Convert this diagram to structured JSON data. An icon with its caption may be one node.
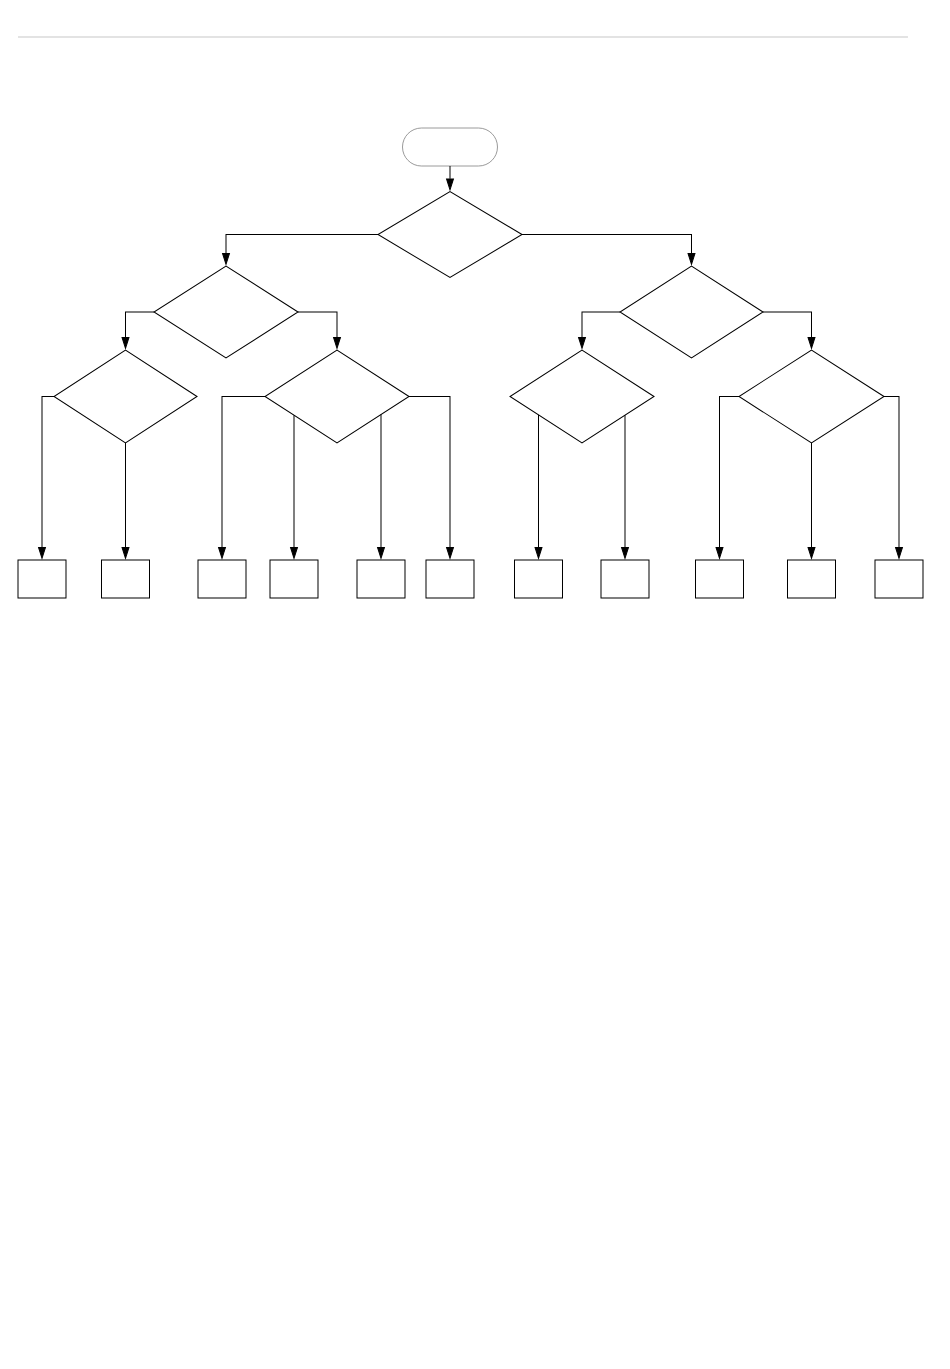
{
  "diagram": {
    "nodes": [
      {
        "text": [],
        "shape": "pill"
      },
      {
        "text": [],
        "shape": "diamond"
      },
      {
        "text": [],
        "shape": "diamond"
      },
      {
        "text": [],
        "shape": "diamond"
      },
      {
        "text": [],
        "shape": "diamond"
      },
      {
        "text": [],
        "shape": "diamond"
      },
      {
        "text": [],
        "shape": "diamond"
      },
      {
        "text": [],
        "shape": "diamond"
      },
      {
        "text": [],
        "shape": "box"
      },
      {
        "text": [],
        "shape": "box"
      },
      {
        "text": [],
        "shape": "box"
      },
      {
        "text": [],
        "shape": "box"
      },
      {
        "text": [],
        "shape": "box"
      },
      {
        "text": [],
        "shape": "box"
      },
      {
        "text": [],
        "shape": "box"
      },
      {
        "text": [],
        "shape": "box"
      },
      {
        "text": [],
        "shape": "box"
      },
      {
        "text": [],
        "shape": "box"
      },
      {
        "text": [],
        "shape": "box"
      }
    ],
    "edges": [
      {
        "from": 0,
        "to": 1,
        "arrow": "to"
      },
      {
        "from": 1,
        "to": 2,
        "arrow": "to"
      },
      {
        "from": 1,
        "to": 3,
        "arrow": "to"
      },
      {
        "from": 2,
        "to": 4,
        "arrow": "to"
      },
      {
        "from": 2,
        "to": 5,
        "arrow": "to"
      },
      {
        "from": 3,
        "to": 6,
        "arrow": "to"
      },
      {
        "from": 3,
        "to": 7,
        "arrow": "to"
      },
      {
        "from": 4,
        "to": 8,
        "arrow": "to"
      },
      {
        "from": 4,
        "to": 9,
        "arrow": "to"
      },
      {
        "from": 5,
        "to": 10,
        "arrow": "to"
      },
      {
        "from": 5,
        "to": 11,
        "arrow": "to"
      },
      {
        "from": 5,
        "to": 12,
        "arrow": "to"
      },
      {
        "from": 5,
        "to": 13,
        "arrow": "to"
      },
      {
        "from": 6,
        "to": 14,
        "arrow": "to"
      },
      {
        "from": 6,
        "to": 15,
        "arrow": "to"
      },
      {
        "from": 7,
        "to": 16,
        "arrow": "to"
      },
      {
        "from": 7,
        "to": 17,
        "arrow": "to"
      },
      {
        "from": 7,
        "to": 18,
        "arrow": "to"
      }
    ]
  }
}
